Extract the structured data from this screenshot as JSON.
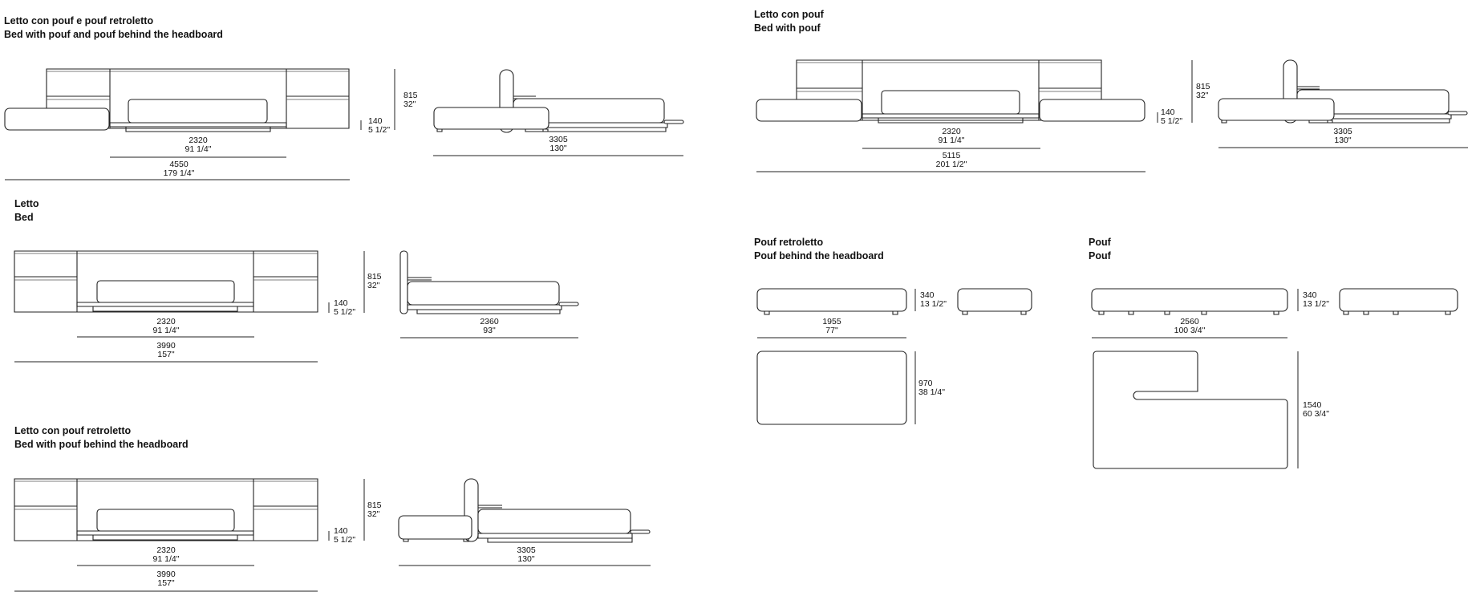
{
  "sections": {
    "bed_pouf_and_back": {
      "title_it": "Letto con pouf e pouf retroletto",
      "title_en": "Bed with pouf and pouf behind the headboard"
    },
    "bed_with_pouf": {
      "title_it": "Letto con pouf",
      "title_en": "Bed with pouf"
    },
    "bed": {
      "title_it": "Letto",
      "title_en": "Bed"
    },
    "pouf_back": {
      "title_it": "Pouf retroletto",
      "title_en": "Pouf behind the headboard"
    },
    "pouf": {
      "title_it": "Pouf",
      "title_en": "Pouf"
    },
    "bed_back_pouf": {
      "title_it": "Letto con pouf retroletto",
      "title_en": "Bed with pouf behind the headboard"
    }
  },
  "dims": {
    "s1_bed_w": {
      "mm": "2320",
      "in": "91 1/4\""
    },
    "s1_total_w": {
      "mm": "4550",
      "in": "179 1/4\""
    },
    "s1_h": {
      "mm": "815",
      "in": "32\""
    },
    "s1_base_h": {
      "mm": "140",
      "in": "5 1/2\""
    },
    "s1_side_l": {
      "mm": "3305",
      "in": "130\""
    },
    "s2_bed_w": {
      "mm": "2320",
      "in": "91 1/4\""
    },
    "s2_total_w": {
      "mm": "5115",
      "in": "201 1/2\""
    },
    "s2_h": {
      "mm": "815",
      "in": "32\""
    },
    "s2_base_h": {
      "mm": "140",
      "in": "5 1/2\""
    },
    "s2_side_l": {
      "mm": "3305",
      "in": "130\""
    },
    "s3_bed_w": {
      "mm": "2320",
      "in": "91 1/4\""
    },
    "s3_total_w": {
      "mm": "3990",
      "in": "157\""
    },
    "s3_h": {
      "mm": "815",
      "in": "32\""
    },
    "s3_base_h": {
      "mm": "140",
      "in": "5 1/2\""
    },
    "s3_side_l": {
      "mm": "2360",
      "in": "93\""
    },
    "s4_h": {
      "mm": "340",
      "in": "13 1/2\""
    },
    "s4_w": {
      "mm": "1955",
      "in": "77\""
    },
    "s4_d": {
      "mm": "970",
      "in": "38 1/4\""
    },
    "s5_h": {
      "mm": "340",
      "in": "13 1/2\""
    },
    "s5_w": {
      "mm": "2560",
      "in": "100 3/4\""
    },
    "s5_d": {
      "mm": "1540",
      "in": "60 3/4\""
    },
    "s6_bed_w": {
      "mm": "2320",
      "in": "91 1/4\""
    },
    "s6_total_w": {
      "mm": "3990",
      "in": "157\""
    },
    "s6_h": {
      "mm": "815",
      "in": "32\""
    },
    "s6_base_h": {
      "mm": "140",
      "in": "5 1/2\""
    },
    "s6_side_l": {
      "mm": "3305",
      "in": "130\""
    }
  }
}
